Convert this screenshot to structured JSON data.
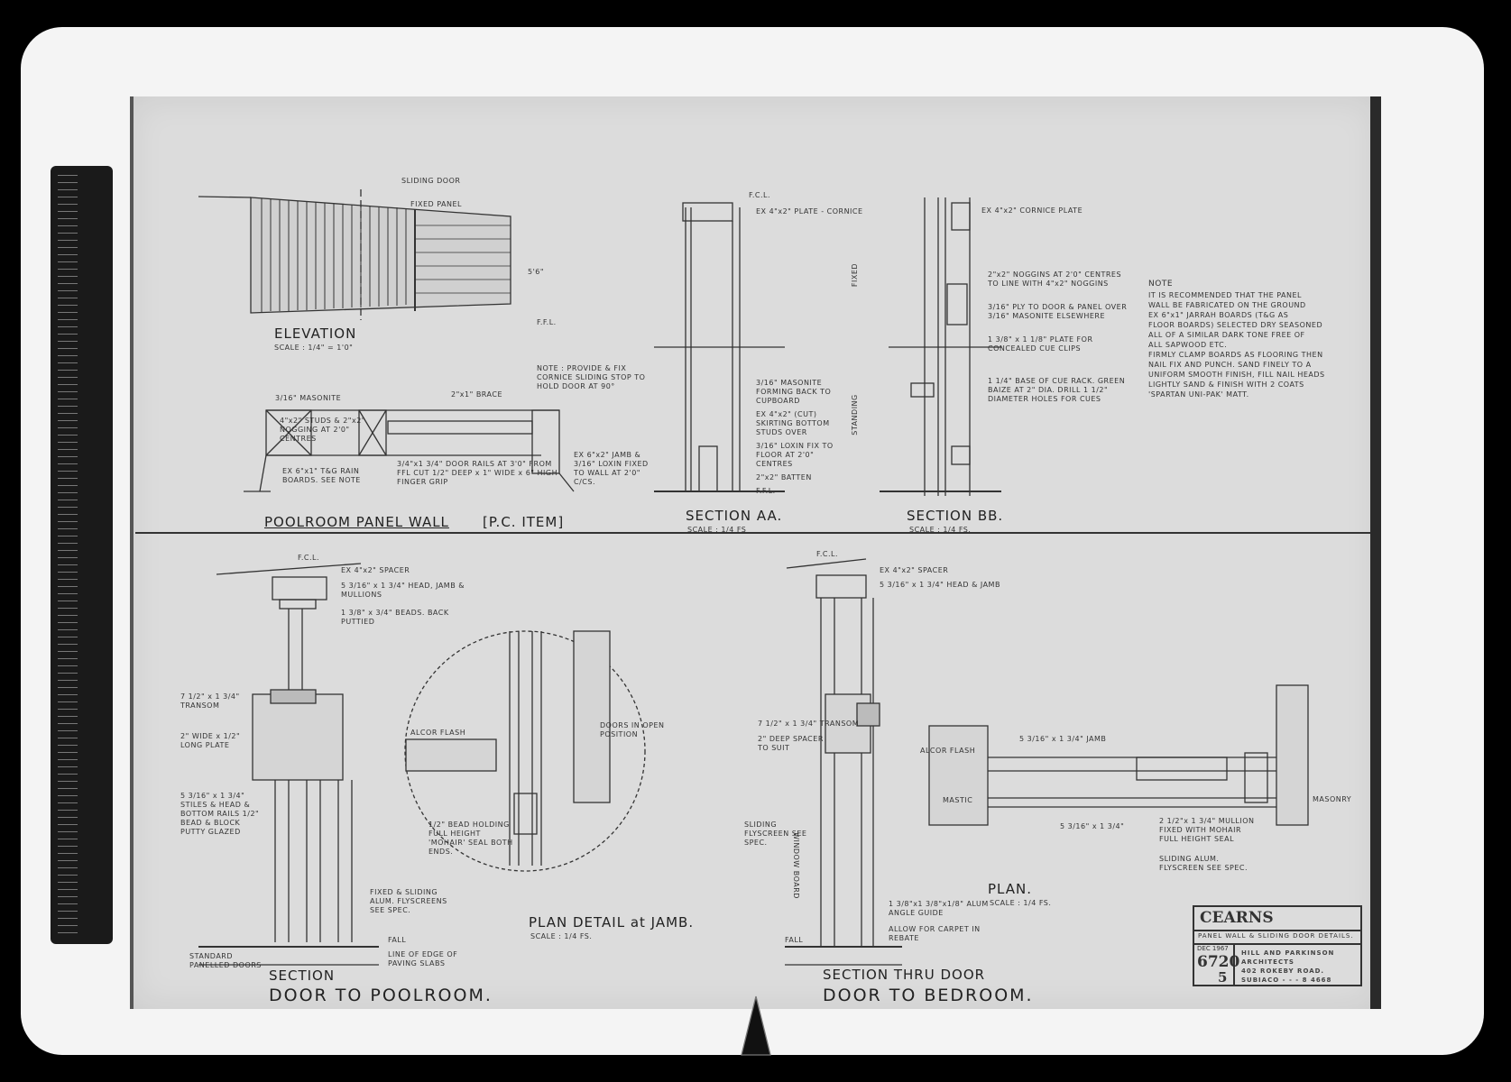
{
  "drawing": {
    "elevation": {
      "title": "ELEVATION",
      "scale": "SCALE : 1/4\" = 1'0\"",
      "labels": [
        "FIXED PANEL",
        "SLIDING DOOR",
        "F.F.L.",
        "5'6\""
      ]
    },
    "plan_panel_wall": {
      "title": "POOLROOM  PANEL WALL",
      "tag": "[P.C. ITEM]",
      "labels": [
        "3/16\" MASONITE",
        "4\"x2\" STUDS & 2\"x2\" NOGGING AT 2'0\" CENTRES",
        "2\"x1\" BRACE",
        "EX 6\"x1\" T&G RAIN BOARDS. SEE NOTE",
        "3/4\"x1 3/4\" DOOR RAILS AT 3'0\" FROM FFL CUT 1/2\" DEEP x 1\" WIDE x 6\" HIGH FINGER GRIP",
        "EX 6\"x2\" JAMB & 3/16\" LOXIN FIXED TO WALL AT 2'0\" C/CS."
      ],
      "note": "NOTE : PROVIDE & FIX CORNICE SLIDING STOP TO HOLD DOOR AT 90°"
    },
    "section_aa": {
      "title": "SECTION AA.",
      "scale": "SCALE : 1/4 FS",
      "labels": [
        "F.C.L.",
        "EX 4\"x2\" PLATE - CORNICE",
        "3/16\" MASONITE FORMING BACK TO CUPBOARD",
        "EX 4\"x2\" (CUT) SKIRTING BOTTOM STUDS OVER",
        "3/16\" LOXIN FIX TO FLOOR AT 2'0\" CENTRES",
        "2\"x2\" BATTEN",
        "F.F.L.",
        "FIXED"
      ]
    },
    "section_bb": {
      "title": "SECTION BB.",
      "scale": "SCALE : 1/4 FS.",
      "labels": [
        "EX 4\"x2\" CORNICE PLATE",
        "2\"x2\" NOGGINS AT 2'0\" CENTRES TO LINE WITH 4\"x2\" NOGGINS",
        "3/16\" PLY TO DOOR & PANEL OVER 3/16\" MASONITE ELSEWHERE",
        "1 3/8\" x 1 1/8\" PLATE FOR CONCEALED CUE CLIPS",
        "1 1/4\" BASE OF CUE RACK. GREEN BAIZE AT 2\" DIA. DRILL 1 1/2\" DIAMETER HOLES FOR CUES",
        "STANDING"
      ]
    },
    "note": {
      "heading": "NOTE",
      "text": "IT IS RECOMMENDED THAT THE PANEL\nWALL BE FABRICATED ON THE GROUND\nEX 6\"x1\" JARRAH BOARDS (T&G AS\nFLOOR BOARDS) SELECTED DRY SEASONED\nALL OF A SIMILAR DARK TONE FREE OF\nALL SAPWOOD ETC.\nFIRMLY CLAMP BOARDS AS FLOORING THEN\nNAIL FIX AND PUNCH. SAND FINELY TO A\nUNIFORM SMOOTH FINISH, FILL NAIL HEADS\nLIGHTLY SAND & FINISH WITH 2 COATS\n'SPARTAN UNI-PAK' MATT."
    },
    "section_poolroom": {
      "title": "SECTION",
      "subtitle": "DOOR TO POOLROOM.",
      "labels": [
        "F.C.L.",
        "EX 4\"x2\" SPACER",
        "5 3/16\" x 1 3/4\" HEAD, JAMB & MULLIONS",
        "1 3/8\" x 3/4\" BEADS. BACK PUTTIED",
        "7 1/2\" x 1 3/4\" TRANSOM",
        "2\" WIDE x 1/2\" LONG PLATE",
        "5 3/16\" x 1 3/4\" STILES & HEAD & BOTTOM RAILS 1/2\" BEAD & BLOCK PUTTY GLAZED",
        "FIXED & SLIDING ALUM. FLYSCREENS SEE SPEC.",
        "STANDARD PANELLED DOORS",
        "LINE OF EDGE OF PAVING SLABS",
        "FALL"
      ]
    },
    "plan_detail": {
      "title": "PLAN DETAIL at JAMB.",
      "scale": "SCALE : 1/4 FS.",
      "labels": [
        "DOORS IN OPEN POSITION",
        "ALCOR FLASH",
        "1/2\" BEAD HOLDING FULL HEIGHT 'MOHAIR' SEAL BOTH ENDS."
      ]
    },
    "section_bedroom": {
      "title": "SECTION THRU DOOR",
      "subtitle": "DOOR TO BEDROOM.",
      "labels": [
        "F.C.L.",
        "EX 4\"x2\" SPACER",
        "5 3/16\" x 1 3/4\" HEAD & JAMB",
        "7 1/2\" x 1 3/4\" TRANSOM",
        "2\" DEEP SPACER TO SUIT",
        "SLIDING FLYSCREEN SEE SPEC.",
        "1 3/8\"x1 3/8\"x1/8\" ALUM ANGLE GUIDE",
        "ALLOW FOR CARPET IN REBATE",
        "WINDOW BOARD",
        "FALL"
      ]
    },
    "plan": {
      "title": "PLAN.",
      "scale": "SCALE : 1/4 FS.",
      "labels": [
        "ALCOR FLASH",
        "5 3/16\" x 1 3/4\" JAMB",
        "MASTIC",
        "5 3/16\" x 1 3/4\"",
        "2 1/2\"x 1 3/4\" MULLION FIXED WITH MOHAIR FULL HEIGHT SEAL",
        "SLIDING ALUM. FLYSCREEN SEE SPEC.",
        "MASONRY"
      ]
    },
    "title_block": {
      "client": "CEARNS",
      "description": "PANEL WALL & SLIDING DOOR DETAILS.",
      "date": "DEC 1967",
      "job_number": "6720",
      "sheet": "5",
      "architect": "HILL AND PARKINSON",
      "architect_line2": "ARCHITECTS",
      "address": "402 ROKEBY ROAD.",
      "suburb": "SUBIACO - - - 8 4668"
    }
  },
  "colors": {
    "background": "#000000",
    "lightbox": "#f4f4f4",
    "paper": "#dcdcdc",
    "ink": "#222222",
    "ruler": "#1a1a1a"
  }
}
